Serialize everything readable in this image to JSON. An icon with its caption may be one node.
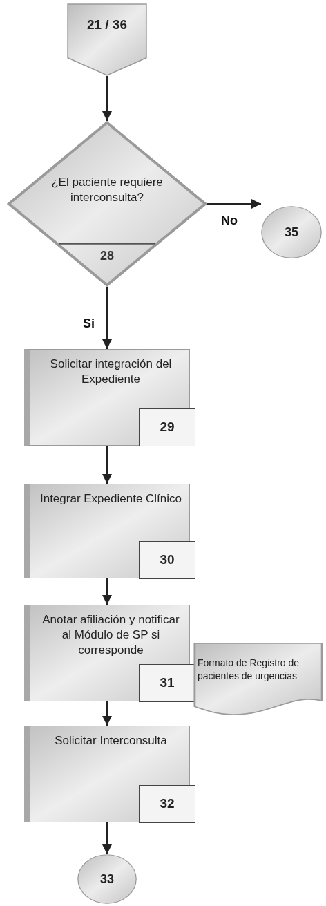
{
  "diagram": {
    "nodes": [
      {
        "text": [
          "21 / 36"
        ]
      },
      {
        "text": [
          "¿El paciente requiere interconsulta?",
          "28"
        ]
      },
      {
        "text": [
          "35"
        ]
      },
      {
        "text": [
          "Solicitar integración del Expediente"
        ]
      },
      {
        "text": [
          "29"
        ],
        "in": 3
      },
      {
        "text": [
          "Integrar Expediente Clínico"
        ]
      },
      {
        "text": [
          "30"
        ],
        "in": 5
      },
      {
        "text": [
          "Anotar afiliación y notificar al Módulo de SP si corresponde"
        ]
      },
      {
        "text": [
          "31"
        ],
        "in": 7
      },
      {
        "text": [
          "Formato de Registro de pacientes de urgencias"
        ]
      },
      {
        "text": [
          "Solicitar Interconsulta"
        ]
      },
      {
        "text": [
          "32"
        ],
        "in": 10
      },
      {
        "text": [
          "33"
        ]
      }
    ],
    "edges": [
      {
        "from": 0,
        "to": 1,
        "arrow": "to"
      },
      {
        "from": 1,
        "to": 2,
        "arrow": "to",
        "label": "No"
      },
      {
        "from": 1,
        "to": 3,
        "arrow": "to",
        "label": "Si"
      },
      {
        "from": 3,
        "to": 5,
        "arrow": "to"
      },
      {
        "from": 5,
        "to": 7,
        "arrow": "to"
      },
      {
        "from": 7,
        "to": 10,
        "arrow": "to"
      },
      {
        "from": 10,
        "to": 12,
        "arrow": "to"
      }
    ]
  }
}
